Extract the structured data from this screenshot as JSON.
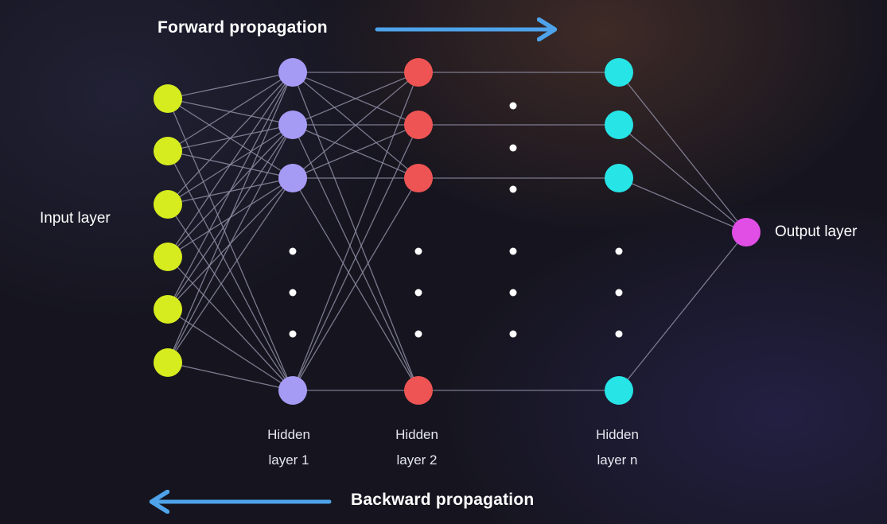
{
  "top_label": "Forward propagation",
  "bottom_label": "Backward propagation",
  "input_label": "Input layer",
  "output_label": "Output layer",
  "layers": [
    {
      "line1": "Hidden",
      "line2": "layer 1"
    },
    {
      "line1": "Hidden",
      "line2": "layer 2"
    },
    {
      "line1": "Hidden",
      "line2": "layer n"
    }
  ],
  "colors": {
    "input": "#d6ec1f",
    "hidden1": "#a59bf5",
    "hidden2": "#ef5454",
    "hiddenN": "#27e4e6",
    "output": "#e14ee6",
    "arrow": "#4ea3ea",
    "edge": "#8d8ca2"
  }
}
